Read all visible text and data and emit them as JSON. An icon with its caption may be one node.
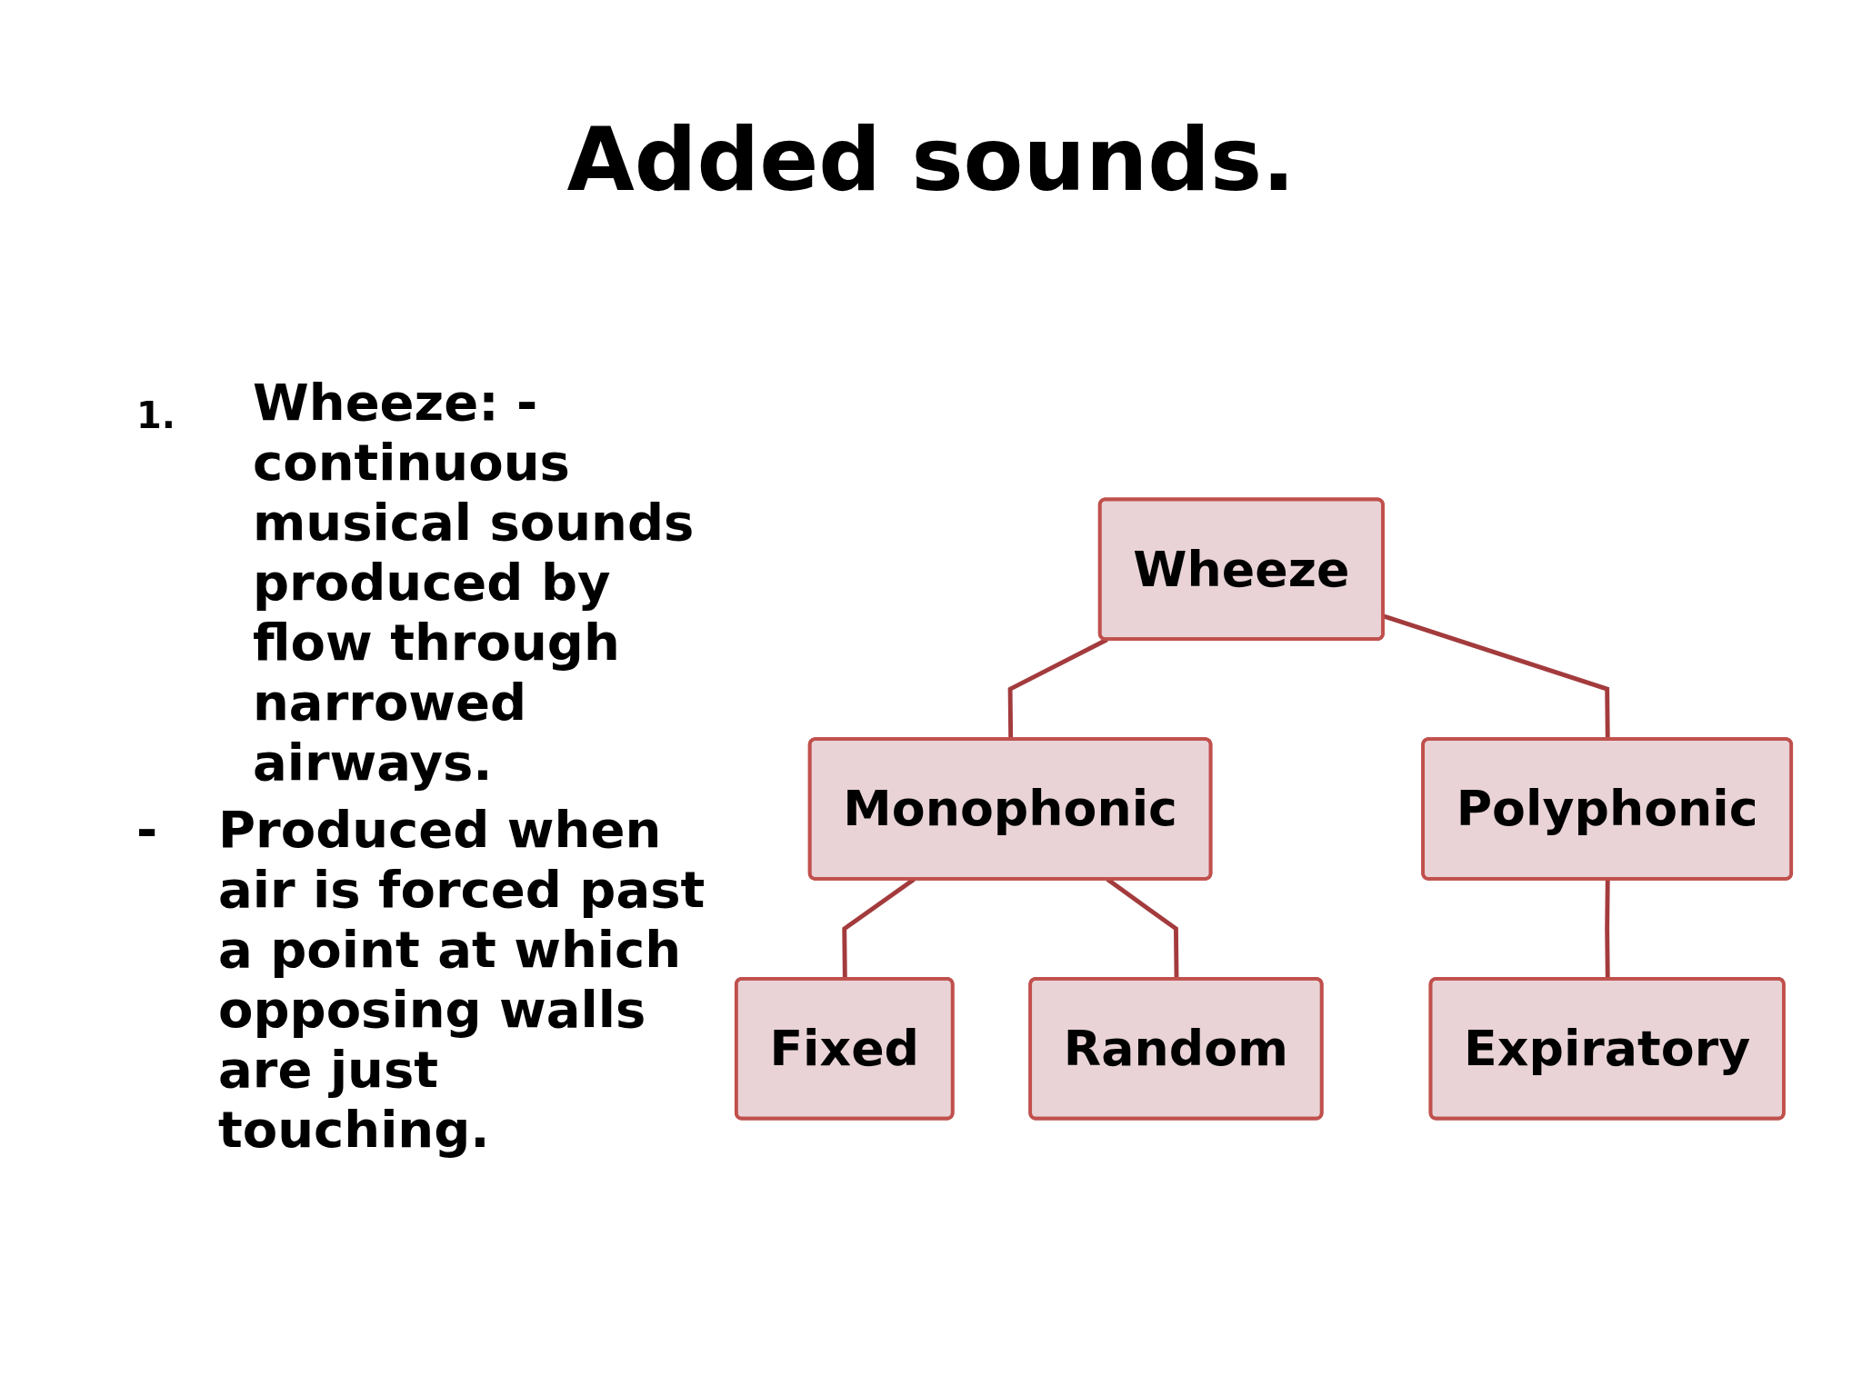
{
  "diagram": {
    "title": "Added sounds.",
    "nodes": [
      {
        "text": [
          "Wheeze"
        ]
      },
      {
        "text": [
          "Monophonic"
        ]
      },
      {
        "text": [
          "Polyphonic"
        ]
      },
      {
        "text": [
          "Fixed"
        ]
      },
      {
        "text": [
          "Random"
        ]
      },
      {
        "text": [
          "Expiratory"
        ]
      }
    ],
    "edges": [
      {
        "from": 0,
        "to": 1,
        "arrow": "none"
      },
      {
        "from": 0,
        "to": 2,
        "arrow": "none"
      },
      {
        "from": 1,
        "to": 3,
        "arrow": "none"
      },
      {
        "from": 1,
        "to": 4,
        "arrow": "none"
      },
      {
        "from": 2,
        "to": 5,
        "arrow": "none"
      }
    ],
    "labels": [
      "1.",
      "Wheeze: - continuous musical sounds produced by flow through narrowed airways.",
      "-",
      "Produced when air is forced past a point at which opposing walls are just touching."
    ]
  }
}
